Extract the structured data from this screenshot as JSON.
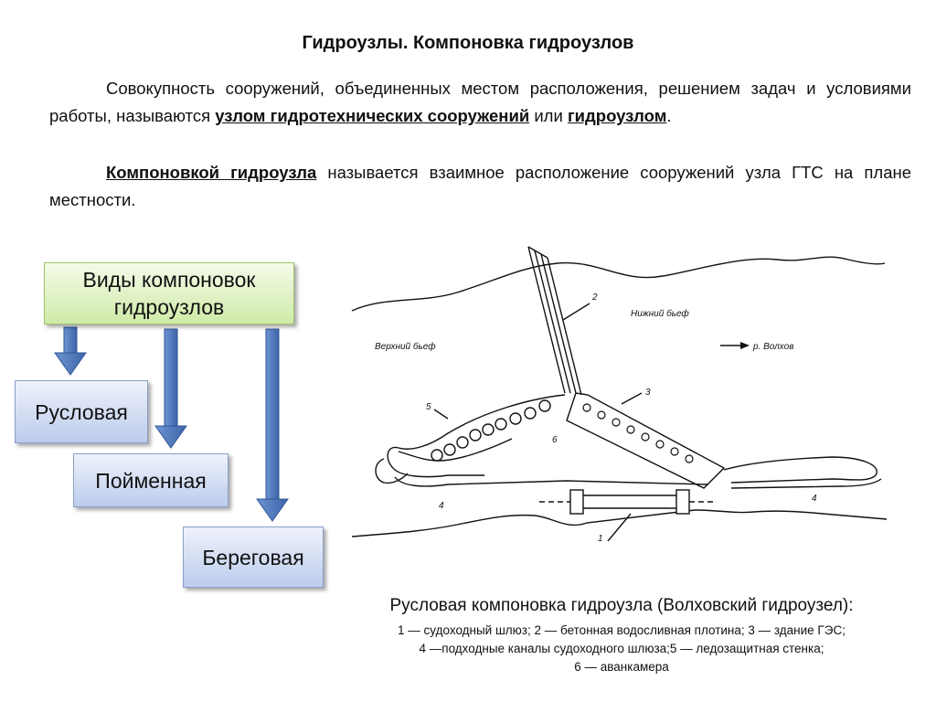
{
  "title": "Гидроузлы. Компоновка гидроузлов",
  "paragraph1": {
    "text_before": "Совокупность сооружений, объединенных местом расположения, решением задач и условиями работы, называются ",
    "term1": "узлом гидротехнических сооружений",
    "text_middle": " или ",
    "term2": "гидроузлом",
    "text_after": "."
  },
  "paragraph2": {
    "term": "Компоновкой гидроузла",
    "text": " называется взаимное расположение сооружений узла ГТС на плане местности."
  },
  "types_diagram": {
    "root": "Виды компоновок гидроузлов",
    "items": [
      "Русловая",
      "Пойменная",
      "Береговая"
    ],
    "colors": {
      "root_fill": "#d8efb8",
      "item_fill": "#c9d6f0",
      "arrow": "#4a74b8"
    }
  },
  "plan": {
    "labels": {
      "upstream": "Верхний бьеф",
      "downstream": "Нижний бьеф",
      "river": "р. Волхов",
      "n1": "1",
      "n2": "2",
      "n3": "3",
      "n4a": "4",
      "n4b": "4",
      "n5": "5",
      "n6": "6"
    }
  },
  "caption": {
    "main": "Русловая компоновка гидроузла (Волховский гидроузел):",
    "line1": "1 — судоходный шлюз; 2 — бетонная водосливная плотина; 3 — здание ГЭС;",
    "line2": "4 —подходные каналы судоходного шлюза;5 — ледозащитная стенка;",
    "line3": "6 — аванкамера"
  }
}
